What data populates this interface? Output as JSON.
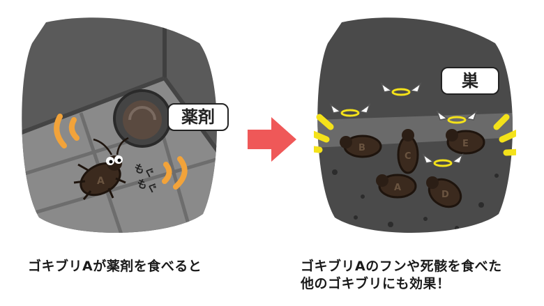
{
  "left_panel": {
    "bubble_text": "薬剤",
    "sfx_1": "もぐ",
    "sfx_2": "もぐ",
    "roach_letter": "A",
    "caption": "ゴキブリAが薬剤を食べると"
  },
  "right_panel": {
    "bubble_text": "巣",
    "roach_letters": [
      "B",
      "C",
      "E",
      "A",
      "D"
    ],
    "caption_line1": "ゴキブリAのフンや死骸を食べた",
    "caption_line2": "他のゴキブリにも効果！"
  },
  "colors": {
    "floor_dark": "#5a5a5a",
    "tile": "#8a8a8a",
    "motion": "#f2a33a",
    "arrow": "#ef5858",
    "burst": "#f4e21a",
    "halo": "#f4e21a"
  }
}
